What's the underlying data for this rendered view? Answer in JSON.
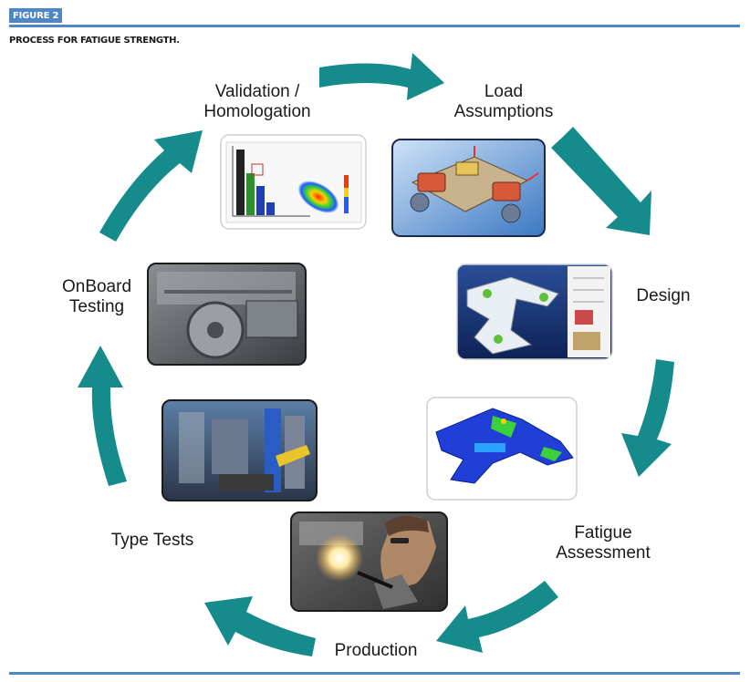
{
  "figure": {
    "tag": "FIGURE 2",
    "title": "PROCESS FOR FATIGUE STRENGTH."
  },
  "colors": {
    "accent_rule": "#4f86c6",
    "arrow_teal": "#168b8b"
  },
  "steps": [
    {
      "line1": "Validation /",
      "line2": "Homologation",
      "image": "test-data-plot-thumbnail"
    },
    {
      "line1": "Load",
      "line2": "Assumptions",
      "image": "bogie-load-model-thumbnail"
    },
    {
      "line1": "Design",
      "line2": "",
      "image": "bogie-frame-design-thumbnail"
    },
    {
      "line1": "Fatigue",
      "line2": "Assessment",
      "image": "fea-stress-result-thumbnail"
    },
    {
      "line1": "Production",
      "line2": "",
      "image": "welding-photo-thumbnail"
    },
    {
      "line1": "Type Tests",
      "line2": "",
      "image": "test-rig-photo-thumbnail"
    },
    {
      "line1": "OnBoard",
      "line2": "Testing",
      "image": "onboard-bogie-photo-thumbnail"
    }
  ]
}
